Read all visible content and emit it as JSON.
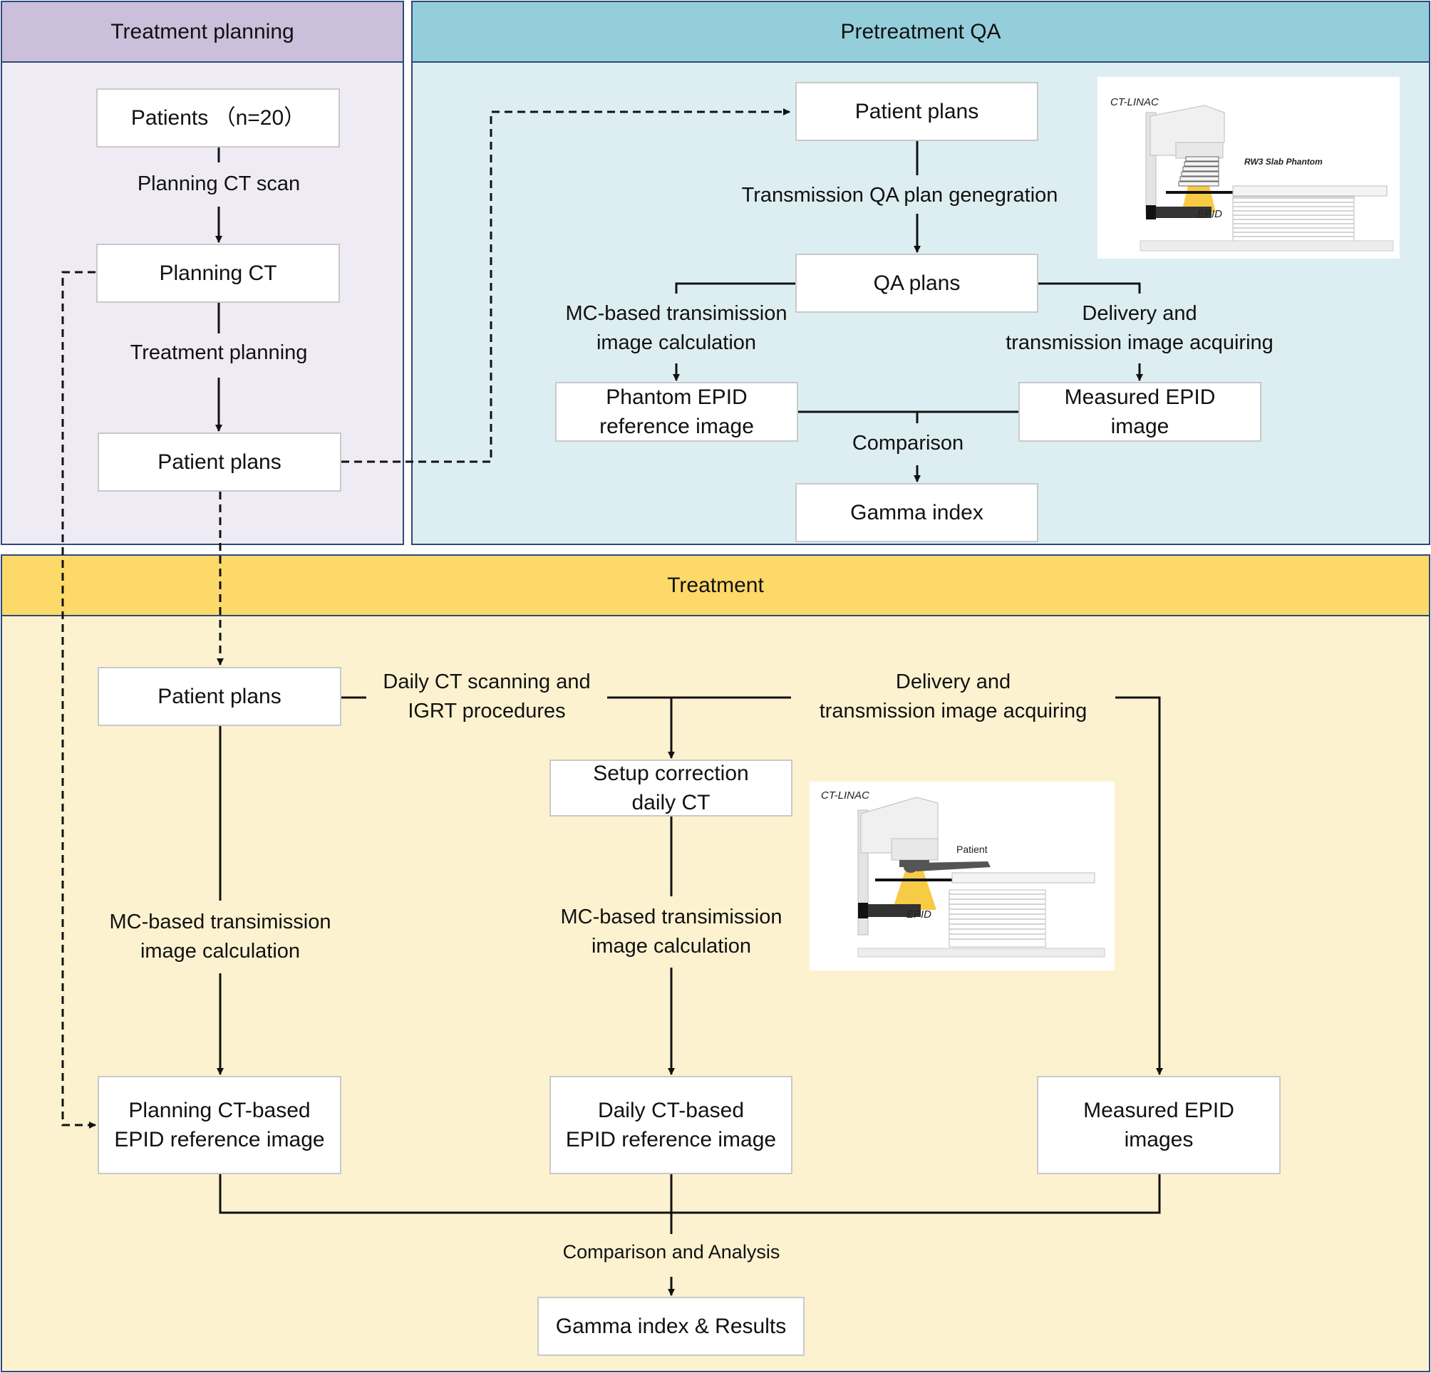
{
  "panels": {
    "planning": {
      "title": "Treatment planning",
      "header_color": "#cbbfdb",
      "body_color": "#efebf4"
    },
    "qa": {
      "title": "Pretreatment QA",
      "header_color": "#95cedb",
      "body_color": "#ddeef2"
    },
    "treatment": {
      "title": "Treatment",
      "header_color": "#fdd96a",
      "body_color": "#fdf2d0"
    }
  },
  "planning": {
    "patients": "Patients （n=20）",
    "planning_ct_scan": "Planning CT scan",
    "planning_ct": "Planning CT",
    "treatment_planning": "Treatment planning",
    "patient_plans": "Patient plans"
  },
  "qa": {
    "patient_plans": "Patient plans",
    "plan_generation": "Transmission QA plan genegration",
    "qa_plans": "QA plans",
    "mc_calc": [
      "MC-based transimission",
      "image calculation"
    ],
    "delivery": [
      "Delivery and",
      "transmission image acquiring"
    ],
    "phantom_ref": [
      "Phantom EPID",
      "reference image"
    ],
    "measured": [
      "Measured EPID",
      "image"
    ],
    "comparison": "Comparison",
    "gamma": "Gamma index",
    "illustration": {
      "linac": "CT-LINAC",
      "phantom": "RW3 Slab Phantom",
      "epid": "EPID"
    }
  },
  "treatment": {
    "patient_plans": "Patient plans",
    "daily_ct": [
      "Daily CT scanning and",
      "IGRT procedures"
    ],
    "delivery": [
      "Delivery and",
      "transmission image acquiring"
    ],
    "setup_correction": [
      "Setup correction",
      "daily CT"
    ],
    "mc_calc_left": [
      "MC-based transimission",
      "image calculation"
    ],
    "mc_calc_mid": [
      "MC-based transimission",
      "image calculation"
    ],
    "planning_ct_ref": [
      "Planning CT-based",
      "EPID reference image"
    ],
    "daily_ct_ref": [
      "Daily CT-based",
      "EPID reference image"
    ],
    "measured": [
      "Measured EPID",
      "images"
    ],
    "comparison": "Comparison and  Analysis",
    "results": "Gamma index & Results",
    "illustration": {
      "linac": "CT-LINAC",
      "patient": "Patient",
      "epid": "EPID"
    }
  }
}
